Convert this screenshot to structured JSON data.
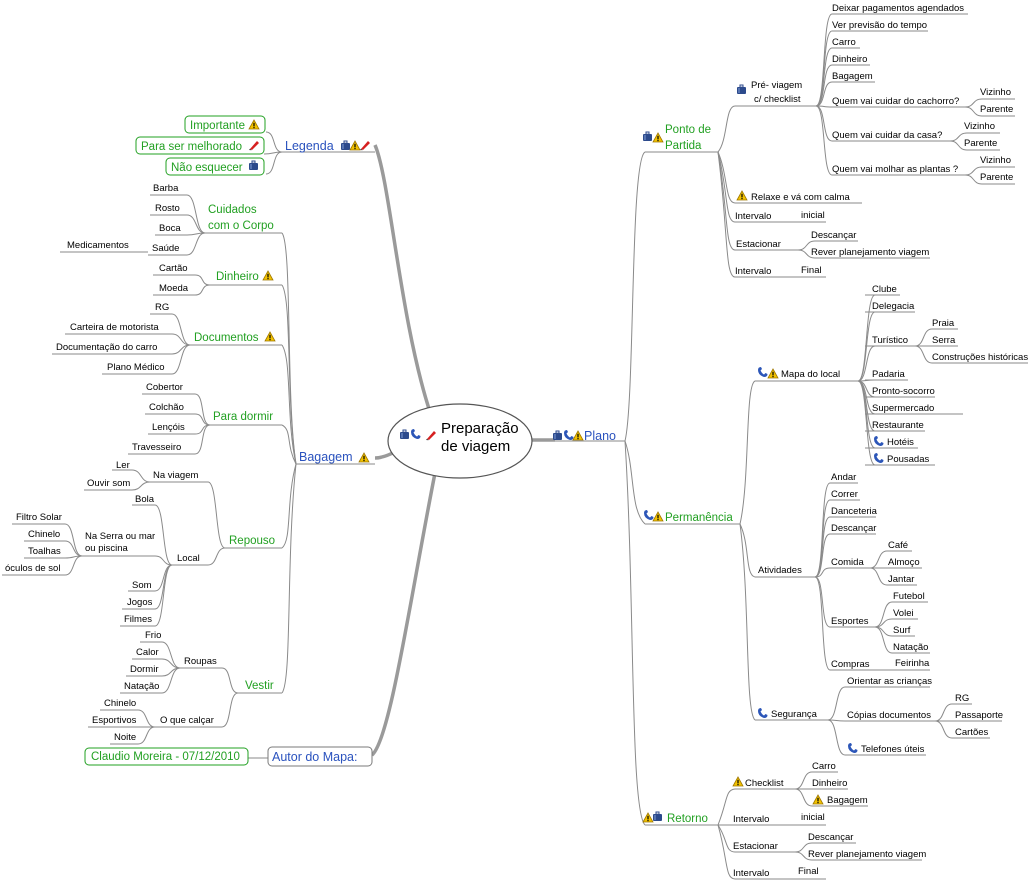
{
  "colors": {
    "blue": "#2a52be",
    "green": "#22a022",
    "red": "#9b1b0e",
    "black": "#000000",
    "line": "#8a8a8a",
    "warning": "#f2c200"
  },
  "root": {
    "line1": "Preparação",
    "line2": "de viagem",
    "icons": [
      "suitcase-icon",
      "phone-icon",
      "pencil-icon"
    ]
  },
  "legend": {
    "label": "Legenda",
    "items": [
      {
        "label": "Importante",
        "icon": "warning-icon"
      },
      {
        "label": "Para ser melhorado",
        "icon": "pencil-icon"
      },
      {
        "label": "Não esquecer",
        "icon": "suitcase-icon"
      }
    ]
  },
  "bagagem": {
    "label": "Bagagem",
    "cuidados": {
      "line1": "Cuidados",
      "line2": "com o Corpo",
      "items": [
        "Barba",
        "Rosto",
        "Boca",
        "Saúde"
      ],
      "saude_sub": "Medicamentos"
    },
    "dinheiro": {
      "label": "Dinheiro",
      "items": [
        "Cartão",
        "Moeda"
      ]
    },
    "documentos": {
      "label": "Documentos",
      "items": [
        "RG",
        "Carteira de motorista",
        "Documentação do carro",
        "Plano Médico"
      ]
    },
    "para_dormir": {
      "label": "Para dormir",
      "items": [
        "Cobertor",
        "Colchão",
        "Lençóis",
        "Travesseiro"
      ]
    },
    "repouso": {
      "label": "Repouso",
      "na_viagem": {
        "label": "Na viagem",
        "items": [
          "Ler",
          "Ouvir som"
        ]
      },
      "local": {
        "label": "Local",
        "items": [
          "Bola",
          "Som",
          "Jogos",
          "Filmes"
        ],
        "serra_line1": "Na Serra ou mar",
        "serra_line2": "ou piscina",
        "serra_items": [
          "Filtro Solar",
          "Chinelo",
          "Toalhas",
          "óculos de sol"
        ]
      }
    },
    "vestir": {
      "label": "Vestir",
      "roupas": {
        "label": "Roupas",
        "items": [
          "Frio",
          "Calor",
          "Dormir",
          "Natação"
        ]
      },
      "calcar": {
        "label": "O que calçar",
        "items": [
          "Chinelo",
          "Esportivos",
          "Noite"
        ]
      }
    }
  },
  "autor": {
    "label": "Autor do Mapa:",
    "value": "Claudio Moreira - 07/12/2010"
  },
  "plano": {
    "label": "Plano",
    "ponto": {
      "line1": "Ponto de",
      "line2": "Partida",
      "pre": {
        "line1": "Pré- viagem",
        "line2": "c/ checklist",
        "items": [
          "Deixar pagamentos agendados",
          "Ver previsão do tempo",
          "Carro",
          "Dinheiro",
          "Bagagem"
        ],
        "q1": {
          "label": "Quem vai cuidar do cachorro?",
          "items": [
            "Vizinho",
            "Parente"
          ]
        },
        "q2": {
          "label": "Quem vai cuidar da casa?",
          "items": [
            "Vizinho",
            "Parente"
          ]
        },
        "q3": {
          "label": "Quem vai molhar as plantas ?",
          "items": [
            "Vizinho",
            "Parente"
          ]
        }
      },
      "relaxe": "Relaxe e vá com calma",
      "intervalo1": {
        "label": "Intervalo",
        "value": "inicial"
      },
      "estacionar": {
        "label": "Estacionar",
        "items": [
          "Descançar",
          "Rever planejamento viagem"
        ]
      },
      "intervalo2": {
        "label": "Intervalo",
        "value": "Final"
      }
    },
    "permanencia": {
      "label": "Permanência",
      "mapa": {
        "label": "Mapa do local",
        "items": [
          "Clube",
          "Delegacia",
          "Turístico",
          "Padaria",
          "Pronto-socorro",
          "Supermercado",
          "Restaurante",
          "Hotéis",
          "Pousadas"
        ],
        "turistico": [
          "Praia",
          "Serra",
          "Construções históricas"
        ]
      },
      "atividades": {
        "label": "Atividades",
        "items": [
          "Andar",
          "Correr",
          "Danceteria",
          "Descançar",
          "Comida",
          "Esportes",
          "Compras"
        ],
        "comida": [
          "Café",
          "Almoço",
          "Jantar"
        ],
        "esportes": [
          "Futebol",
          "Volei",
          "Surf",
          "Natação"
        ],
        "compras": [
          "Feirinha"
        ]
      },
      "seguranca": {
        "label": "Segurança",
        "orientar": "Orientar as crianças",
        "copias": {
          "label": "Cópias documentos",
          "items": [
            "RG",
            "Passaporte",
            "Cartões"
          ]
        },
        "telefones": "Telefones úteis"
      }
    },
    "retorno": {
      "label": "Retorno",
      "checklist": {
        "label": "Checklist",
        "items": [
          "Carro",
          "Dinheiro",
          "Bagagem"
        ]
      },
      "intervalo1": {
        "label": "Intervalo",
        "value": "inicial"
      },
      "estacionar": {
        "label": "Estacionar",
        "items": [
          "Descançar",
          "Rever planejamento viagem"
        ]
      },
      "intervalo2": {
        "label": "Intervalo",
        "value": "Final"
      }
    }
  }
}
